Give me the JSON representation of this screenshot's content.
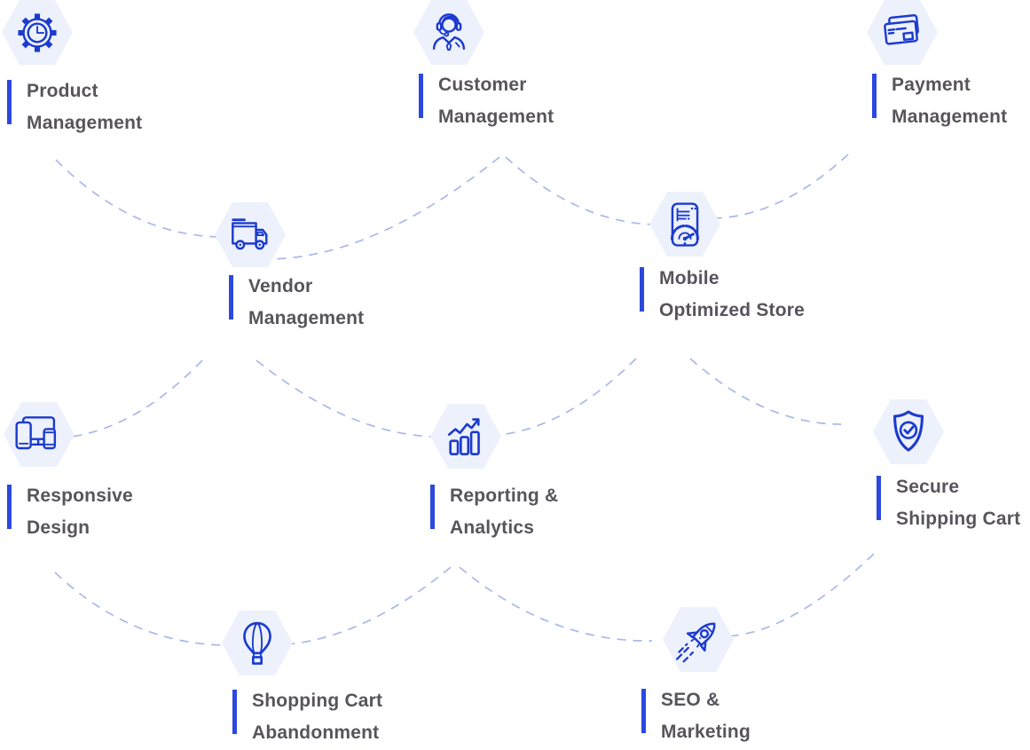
{
  "colors": {
    "background": "#ffffff",
    "icon_blue": "#1c3bce",
    "accent_bar_blue": "#2b49dd",
    "hexagon_fill": "#edf1fb",
    "label_text": "#58545c",
    "connector_dash": "#aab7eb"
  },
  "nodes": [
    {
      "id": "product-management",
      "icon": "gear-clock-icon",
      "lines": [
        "Product",
        "Management"
      ]
    },
    {
      "id": "customer-management",
      "icon": "customer-support-agent-icon",
      "lines": [
        "Customer",
        "Management"
      ]
    },
    {
      "id": "payment-management",
      "icon": "credit-cards-icon",
      "lines": [
        "Payment",
        "Management"
      ]
    },
    {
      "id": "vendor-management",
      "icon": "delivery-truck-icon",
      "lines": [
        "Vendor",
        "Management"
      ]
    },
    {
      "id": "mobile-optimized-store",
      "icon": "mobile-speedometer-icon",
      "lines": [
        "Mobile",
        "Optimized Store"
      ]
    },
    {
      "id": "responsive-design",
      "icon": "responsive-devices-icon",
      "lines": [
        "Responsive",
        "Design"
      ]
    },
    {
      "id": "reporting-analytics",
      "icon": "bar-chart-growth-icon",
      "lines": [
        "Reporting &",
        "Analytics"
      ]
    },
    {
      "id": "secure-shipping-cart",
      "icon": "shield-check-icon",
      "lines": [
        "Secure",
        "Shipping Cart"
      ]
    },
    {
      "id": "shopping-cart-abandonment",
      "icon": "hot-air-balloon-icon",
      "lines": [
        "Shopping Cart",
        "Abandonment"
      ]
    },
    {
      "id": "seo-marketing",
      "icon": "rocket-icon",
      "lines": [
        "SEO &",
        "Marketing"
      ]
    }
  ]
}
